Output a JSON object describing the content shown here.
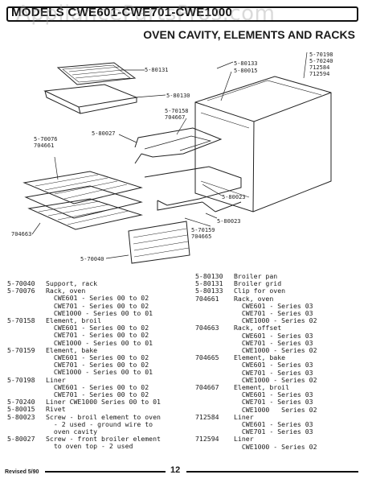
{
  "header": {
    "models": "MODELS CWE601-CWE701-CWE1000",
    "watermark": "AppliancePartsPros.com",
    "title": "OVEN CAVITY, ELEMENTS AND RACKS"
  },
  "diagram_labels": {
    "l_80131": "5-80131",
    "l_80130": "5-80130",
    "l_80133": "5-80133",
    "l_80015": "5-80015",
    "l_70198": "5-70198",
    "l_70240": "5-70240",
    "l_712584": "712584",
    "l_712594": "712594",
    "l_70158": "5-70158",
    "l_704667": "704667",
    "l_70076": "5-70076",
    "l_704661": "704661",
    "l_80027": "5-80027",
    "l_80023a": "5-80023",
    "l_80023b": "5-80023",
    "l_70159": "5-70159",
    "l_704665": "704665",
    "l_704663": "704663",
    "l_70040": "5-70040"
  },
  "parts_left": [
    {
      "num": "5-70040",
      "desc": "Support, rack"
    },
    {
      "num": "5-70076",
      "desc": "Rack, oven"
    },
    {
      "num": "",
      "desc": "  CWE601 - Series 00 to 02"
    },
    {
      "num": "",
      "desc": "  CWE701 - Series 00 to 02"
    },
    {
      "num": "",
      "desc": "  CWE1000 - Series 00 to 01"
    },
    {
      "num": "5-70158",
      "desc": "Element, broil"
    },
    {
      "num": "",
      "desc": "  CWE601 - Series 00 to 02"
    },
    {
      "num": "",
      "desc": "  CWE701 - Series 00 to 02"
    },
    {
      "num": "",
      "desc": "  CWE1000 - Series 00 to 01"
    },
    {
      "num": "5-70159",
      "desc": "Element, bake"
    },
    {
      "num": "",
      "desc": "  CWE601 - Series 00 to 02"
    },
    {
      "num": "",
      "desc": "  CWE701 - Series 00 to 02"
    },
    {
      "num": "",
      "desc": "  CWE1000 - Series 00 to 01"
    },
    {
      "num": "5-70198",
      "desc": "Liner"
    },
    {
      "num": "",
      "desc": "  CWE601 - Series 00 to 02"
    },
    {
      "num": "",
      "desc": "  CWE701 - Series 00 to 02"
    },
    {
      "num": "5-70240",
      "desc": "Liner CWE1000 Series 00 to 01"
    },
    {
      "num": "5-80015",
      "desc": "Rivet"
    },
    {
      "num": "5-80023",
      "desc": "Screw - broil element to oven"
    },
    {
      "num": "",
      "desc": "  - 2 used - ground wire to"
    },
    {
      "num": "",
      "desc": "  oven cavity"
    },
    {
      "num": "5-80027",
      "desc": "Screw - front broiler element"
    },
    {
      "num": "",
      "desc": "  to oven top - 2 used"
    }
  ],
  "parts_right": [
    {
      "num": "5-80130",
      "desc": "Broiler pan"
    },
    {
      "num": "5-80131",
      "desc": "Broiler grid"
    },
    {
      "num": "5-80133",
      "desc": "Clip for oven"
    },
    {
      "num": "704661",
      "desc": "Rack, oven"
    },
    {
      "num": "",
      "desc": "  CWE601 - Series 03"
    },
    {
      "num": "",
      "desc": "  CWE701 - Series 03"
    },
    {
      "num": "",
      "desc": "  CWE1000 - Series 02"
    },
    {
      "num": "704663",
      "desc": "Rack, offset"
    },
    {
      "num": "",
      "desc": "  CWE601 - Series 03"
    },
    {
      "num": "",
      "desc": "  CWE701 - Series 03"
    },
    {
      "num": "",
      "desc": "  CWE1000 - Series 02"
    },
    {
      "num": "704665",
      "desc": "Element, bake"
    },
    {
      "num": "",
      "desc": "  CWE601 - Series 03"
    },
    {
      "num": "",
      "desc": "  CWE701 - Series 03"
    },
    {
      "num": "",
      "desc": "  CWE1000 - Series 02"
    },
    {
      "num": "704667",
      "desc": "Element, broil"
    },
    {
      "num": "",
      "desc": "  CWE601 - Series 03"
    },
    {
      "num": "",
      "desc": "  CWE701 - Series 03"
    },
    {
      "num": "",
      "desc": "  CWE1000   Series 02"
    },
    {
      "num": "712584",
      "desc": "Liner"
    },
    {
      "num": "",
      "desc": "  CWE601 - Series 03"
    },
    {
      "num": "",
      "desc": "  CWE701 - Series 03"
    },
    {
      "num": "712594",
      "desc": "Liner"
    },
    {
      "num": "",
      "desc": "  CWE1000 - Series 02"
    }
  ],
  "footer": {
    "revised": "Revised 5/90",
    "page": "12"
  }
}
